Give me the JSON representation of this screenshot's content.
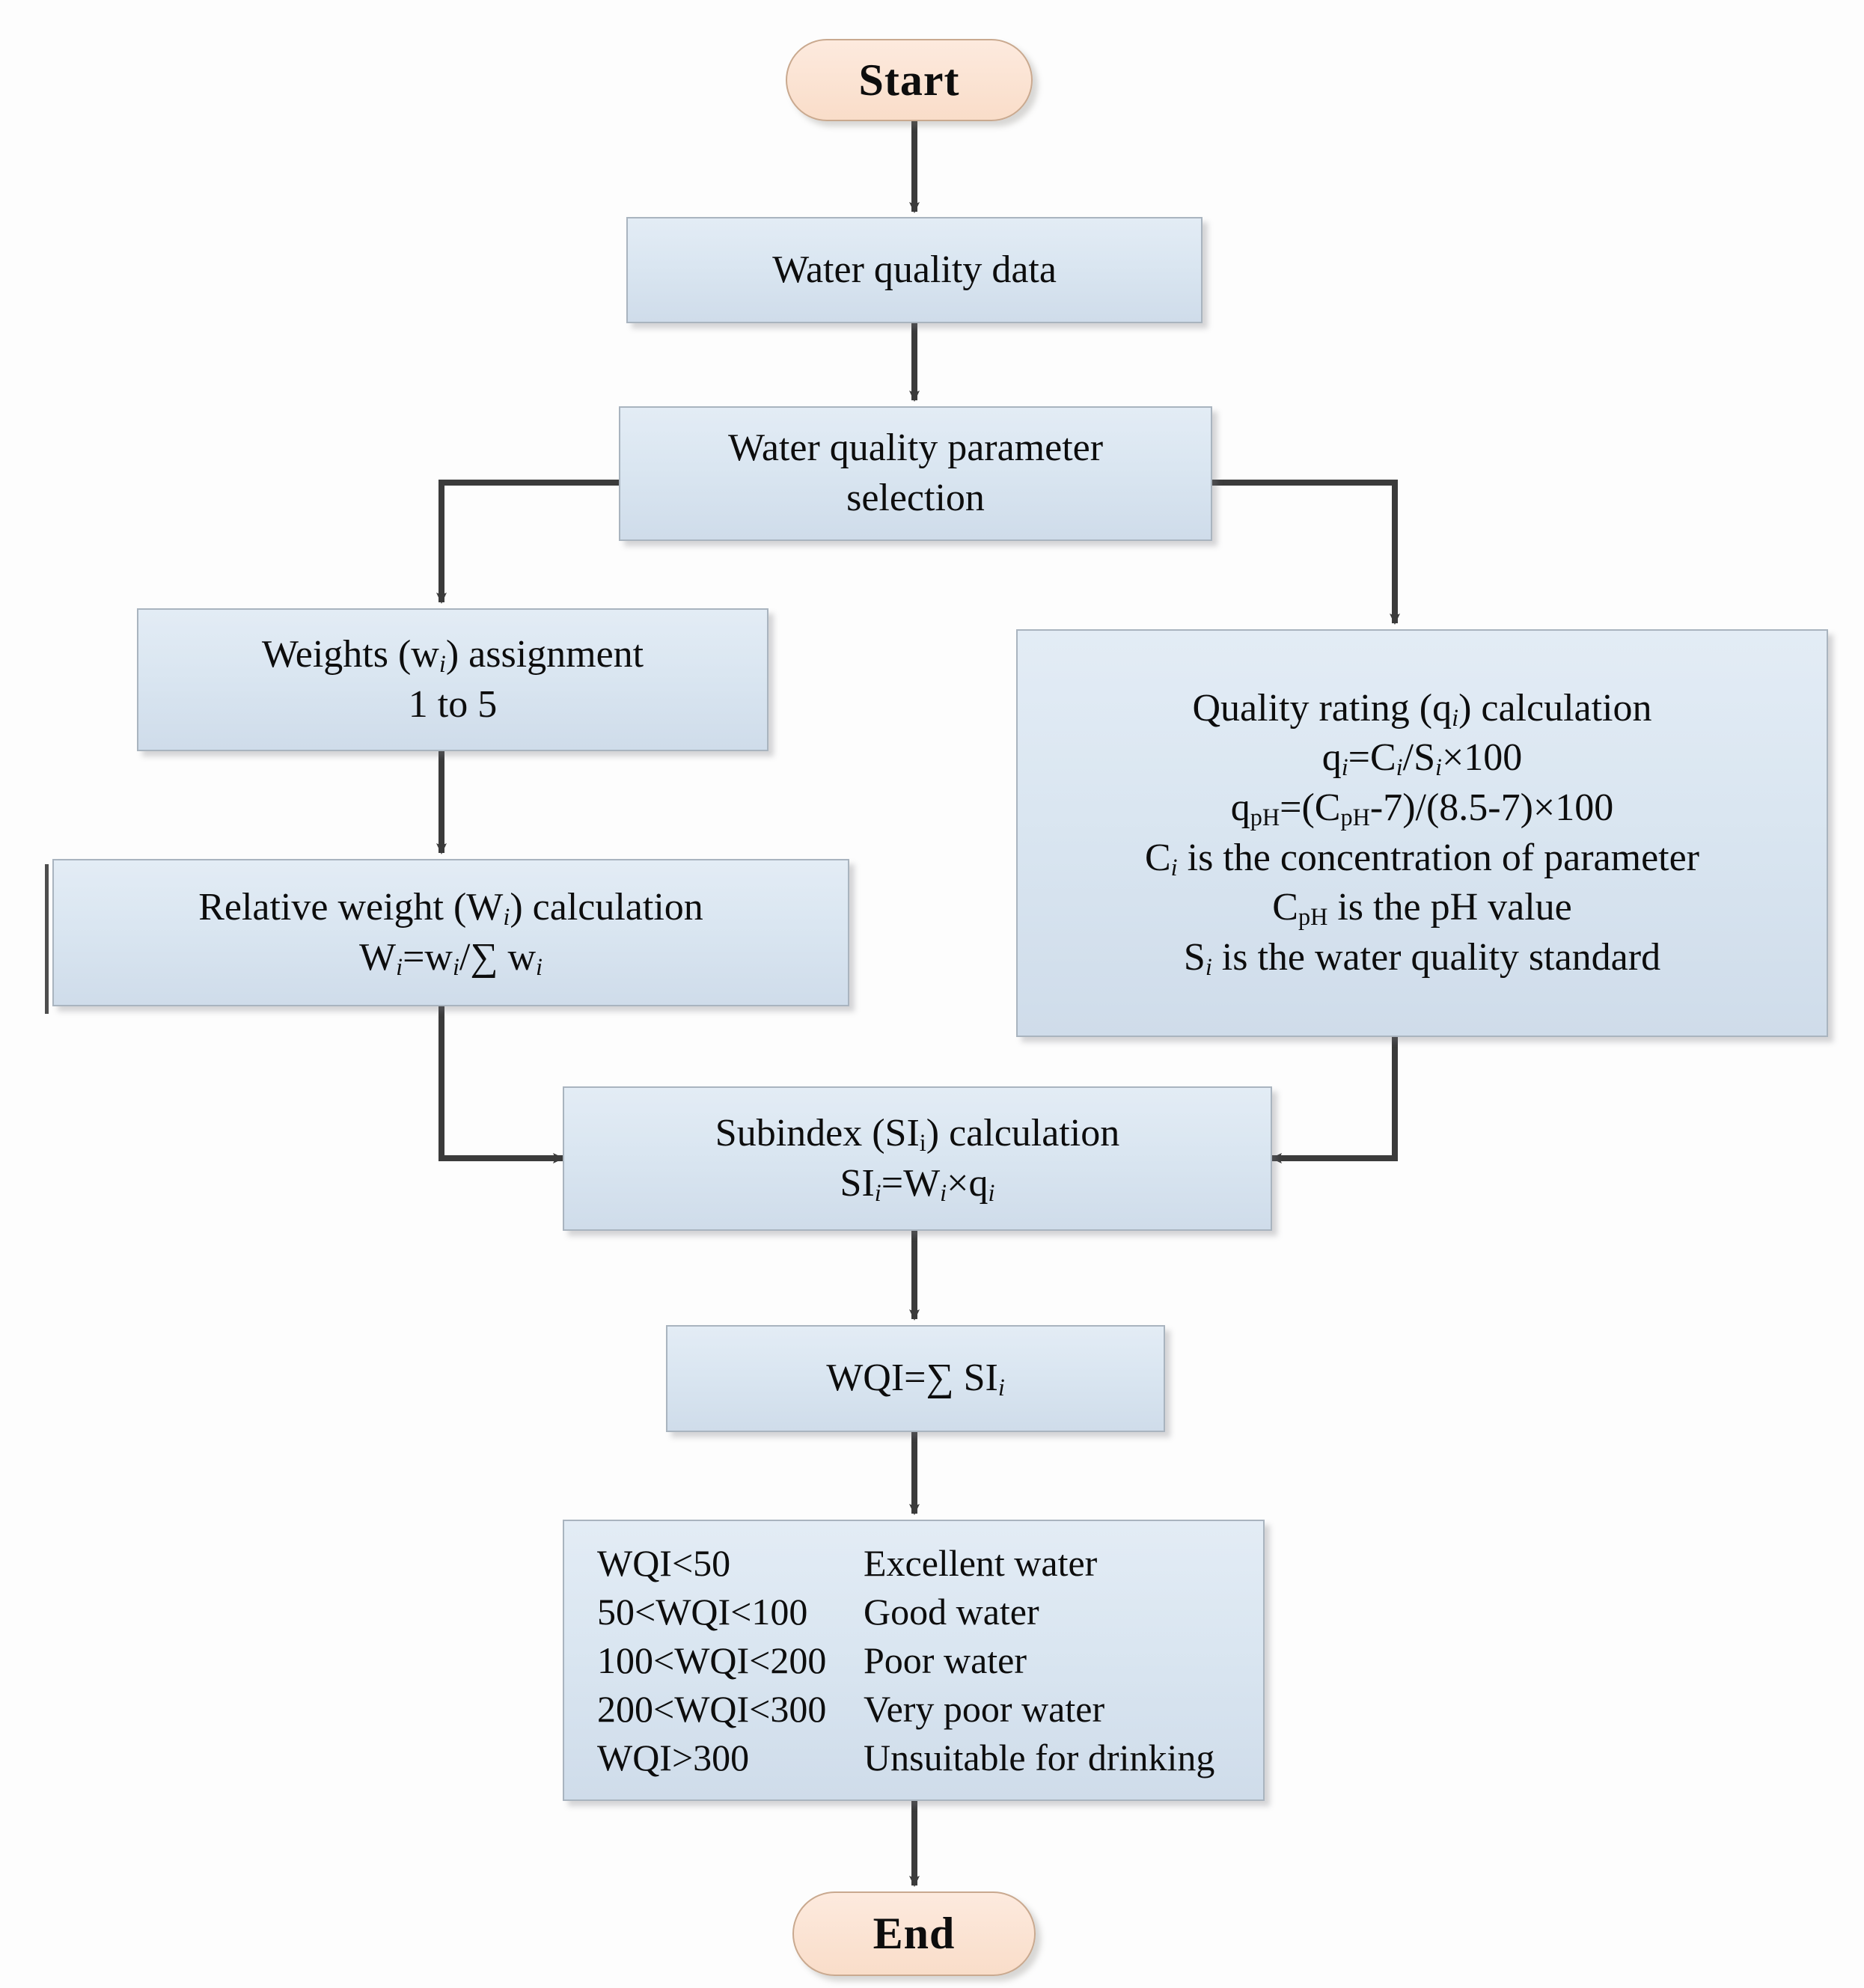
{
  "diagram": {
    "title": "Water Quality Index (WQI) calculation flowchart",
    "colors": {
      "terminator_fill": "#fbe2d0",
      "terminator_border": "#c9a98f",
      "process_fill": "#dce6f0",
      "process_fill_bottom": "#cfdcea",
      "process_border": "#a9b4bf",
      "edge": "#3b3b3b",
      "text": "#0d0d0d",
      "background": "#fdfdfd"
    },
    "nodes": {
      "start": {
        "label": "Start",
        "shape": "terminator"
      },
      "data": {
        "label": "Water quality data",
        "shape": "process"
      },
      "param": {
        "line1": "Water quality parameter",
        "line2": "selection",
        "shape": "process"
      },
      "weights": {
        "line1_a": "Weights (w",
        "line1_sub": "i",
        "line1_b": ") assignment",
        "line2": "1 to 5",
        "shape": "process"
      },
      "relweight": {
        "line1_a": "Relative weight (W",
        "line1_sub": "i",
        "line1_b": ") calculation",
        "line2_a": "W",
        "line2_sub1": "i",
        "line2_b": "=w",
        "line2_sub2": "i",
        "line2_c": "/",
        "line2_sigma": "∑",
        "line2_d": " w",
        "line2_sub3": "i",
        "shape": "process"
      },
      "quality": {
        "line1_a": "Quality rating (q",
        "line1_sub": "i",
        "line1_b": ") calculation",
        "line2_a": "q",
        "line2_sub1": "i",
        "line2_b": "=C",
        "line2_sub2": "i",
        "line2_c": "/S",
        "line2_sub3": "i",
        "line2_d": "×100",
        "line3_a": "q",
        "line3_sub1": "pH",
        "line3_b": "=(C",
        "line3_sub2": "pH",
        "line3_c": "-7)/(8.5-7)×100",
        "line4_a": "C",
        "line4_sub": "i",
        "line4_b": " is the concentration of parameter",
        "line5_a": "C",
        "line5_sub": "pH",
        "line5_b": " is the pH value",
        "line6_a": "S",
        "line6_sub": "i",
        "line6_b": " is the water quality standard",
        "shape": "process"
      },
      "subindex": {
        "line1_a": "Subindex (SI",
        "line1_sub": "i",
        "line1_b": ") calculation",
        "line2_a": "SI",
        "line2_sub1": "i",
        "line2_b": "=W",
        "line2_sub2": "i",
        "line2_c": "×q",
        "line2_sub3": "i",
        "shape": "process"
      },
      "wqi": {
        "line_a": "WQI=",
        "line_sigma": "∑",
        "line_b": " SI",
        "line_sub": "i",
        "shape": "process"
      },
      "end": {
        "label": "End",
        "shape": "terminator"
      }
    },
    "classification": {
      "shape": "process",
      "rows": [
        {
          "range": "WQI<50",
          "label": "Excellent water"
        },
        {
          "range": "50<WQI<100",
          "label": "Good water"
        },
        {
          "range": "100<WQI<200",
          "label": "Poor water"
        },
        {
          "range": "200<WQI<300",
          "label": "Very poor water"
        },
        {
          "range": "WQI>300",
          "label": "Unsuitable for drinking"
        }
      ]
    },
    "edges": [
      {
        "from": "start",
        "to": "data",
        "type": "straight-down"
      },
      {
        "from": "data",
        "to": "param",
        "type": "straight-down"
      },
      {
        "from": "param",
        "to": "weights",
        "type": "branch-left"
      },
      {
        "from": "param",
        "to": "quality",
        "type": "branch-right"
      },
      {
        "from": "weights",
        "to": "relweight",
        "type": "straight-down"
      },
      {
        "from": "relweight",
        "to": "subindex",
        "type": "elbow-right-into-left-side"
      },
      {
        "from": "quality",
        "to": "subindex",
        "type": "elbow-left-into-right-side"
      },
      {
        "from": "subindex",
        "to": "wqi",
        "type": "straight-down"
      },
      {
        "from": "wqi",
        "to": "classification",
        "type": "straight-down"
      },
      {
        "from": "classification",
        "to": "end",
        "type": "straight-down"
      }
    ]
  }
}
